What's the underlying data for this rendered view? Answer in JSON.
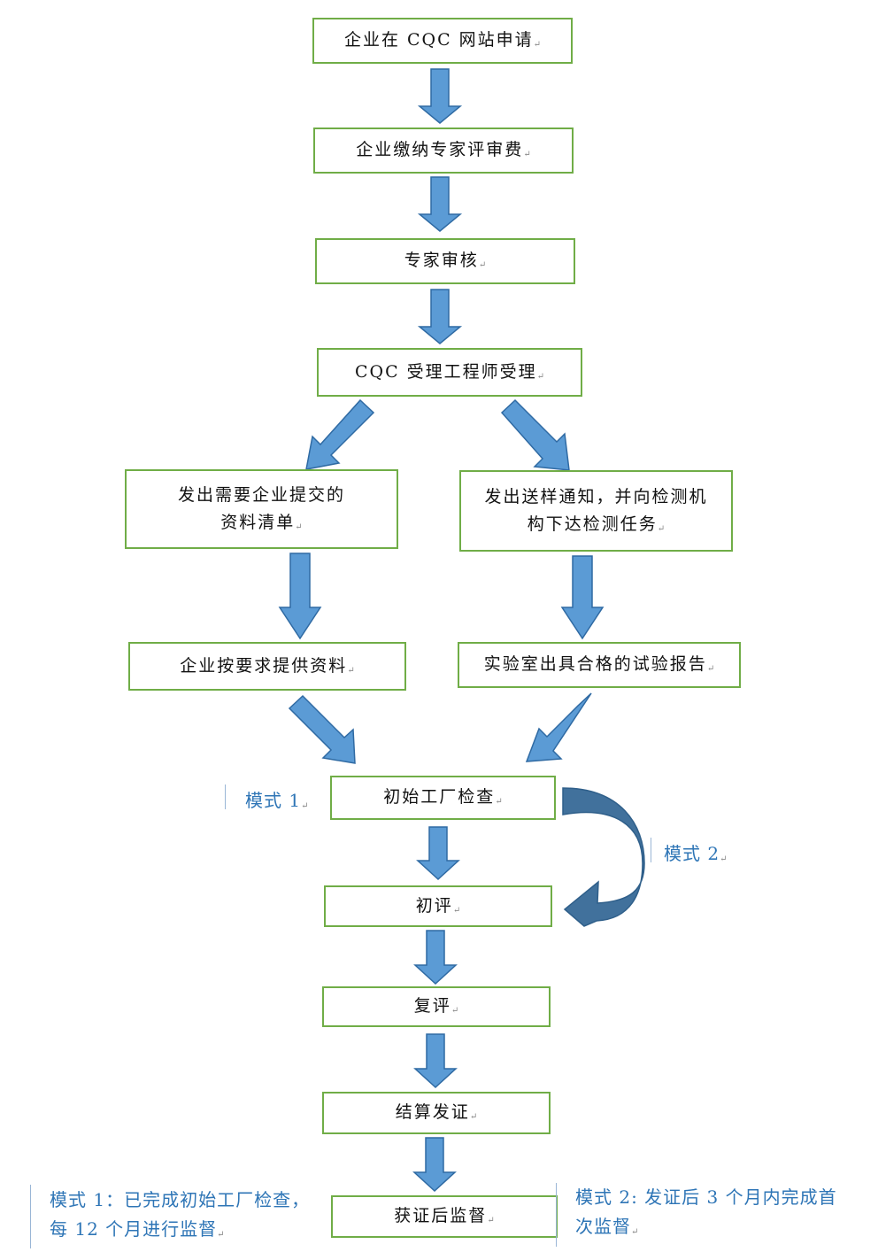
{
  "colors": {
    "box_border": "#70ad47",
    "arrow_fill": "#5b9bd5",
    "arrow_stroke": "#2f6aa3",
    "curve_fill": "#41719c",
    "note_text": "#2e75b6"
  },
  "steps": {
    "apply": "企业在 CQC 网站申请",
    "pay_fee": "企业缴纳专家评审费",
    "expert_review": "专家审核",
    "engineer_accept": "CQC 受理工程师受理",
    "doc_list": "发出需要企业提交的\n资料清单",
    "sample_notice": "发出送样通知，并向检测机\n构下达检测任务",
    "provide_docs": "企业按要求提供资料",
    "lab_report": "实验室出具合格的试验报告",
    "factory_inspection": "初始工厂检查",
    "first_review": "初评",
    "second_review": "复评",
    "settle_certify": "结算发证",
    "post_supervision": "获证后监督"
  },
  "labels": {
    "mode1": "模式 1",
    "mode2": "模式 2"
  },
  "notes": {
    "mode1_note": "模式 1：已完成初始工厂检查，\n每 12 个月进行监督",
    "mode2_note": "模式 2: 发证后 3 个月内完成首\n次监督"
  }
}
